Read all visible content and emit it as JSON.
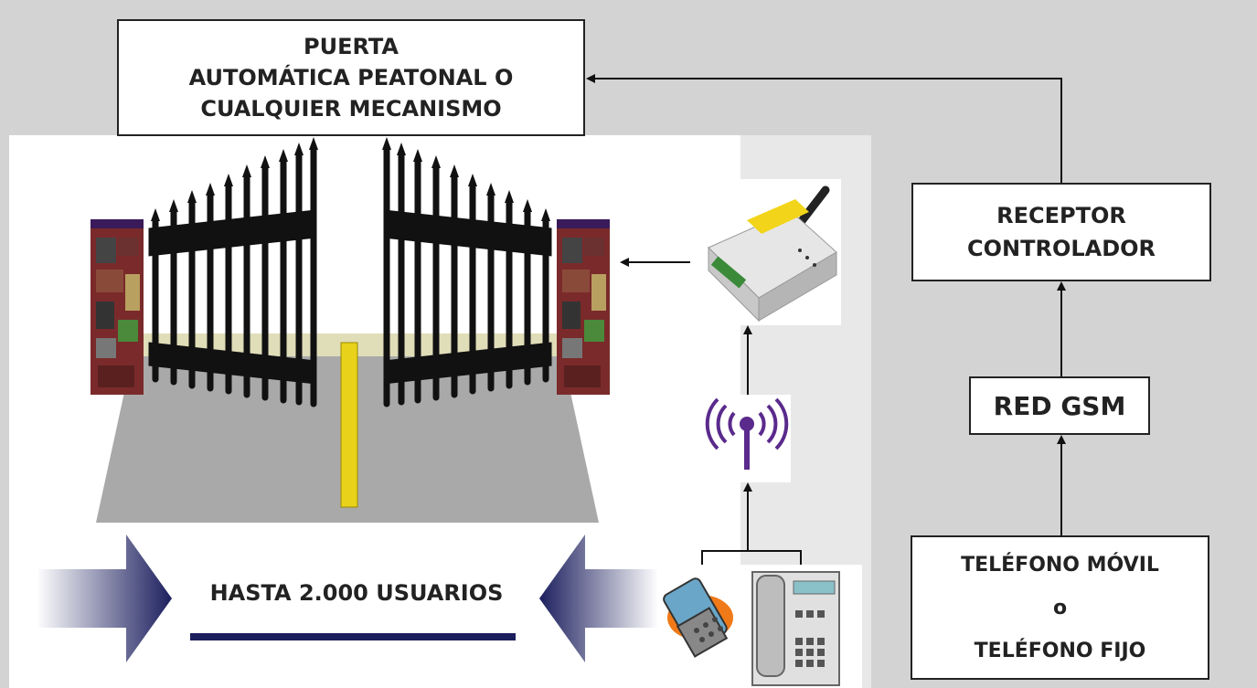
{
  "title_box": {
    "line1": "PUERTA",
    "line2": "AUTOMÁTICA PEATONAL O",
    "line3": "CUALQUIER MECANISMO"
  },
  "receptor_box": {
    "line1": "RECEPTOR",
    "line2": "CONTROLADOR"
  },
  "gsm_box": {
    "label": "RED GSM"
  },
  "phone_box": {
    "line1": "TELÉFONO MÓVIL",
    "line2": "o",
    "line3": "TELÉFONO FIJO"
  },
  "users_label": "HASTA 2.000 USUARIOS",
  "colors": {
    "background": "#d3d3d3",
    "arrow_navy": "#1c1f5e",
    "gate_black": "#111111",
    "road_grey": "#a9a9a9",
    "center_line_yellow": "#e8d21a",
    "antenna_purple": "#5a2a8c",
    "phone_orange": "#f07a18"
  },
  "icons": [
    "gate-illustration",
    "gsm-modem-icon",
    "antenna-signal-icon",
    "mobile-phone-icon",
    "landline-phone-icon"
  ]
}
